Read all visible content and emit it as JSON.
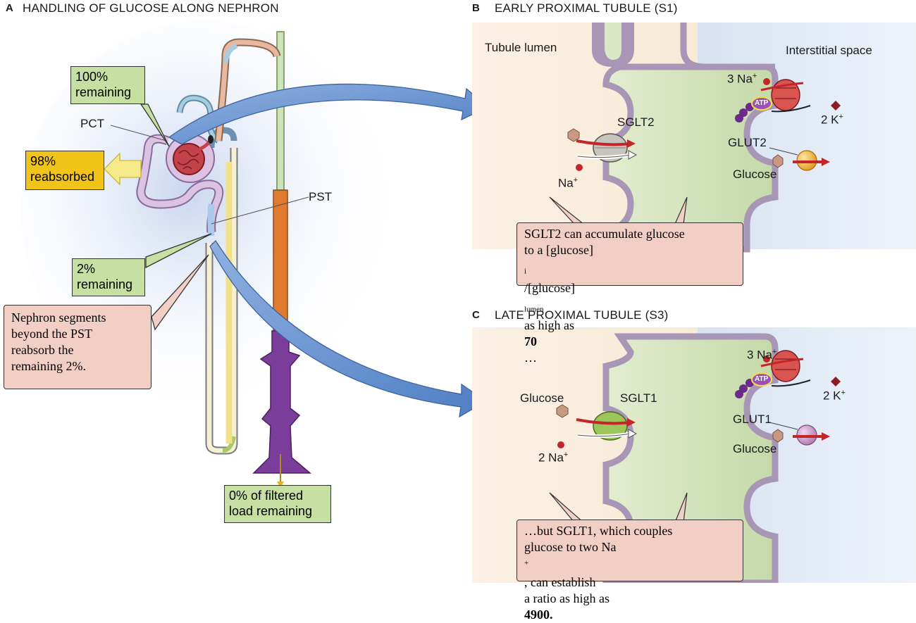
{
  "panel_a": {
    "letter": "A",
    "title": "HANDLING OF GLUCOSE ALONG NEPHRON",
    "box_100": [
      "100%",
      "remaining"
    ],
    "box_98": [
      "98%",
      "reabsorbed"
    ],
    "box_2": [
      "2%",
      "remaining"
    ],
    "box_0": [
      "0% of filtered",
      "load remaining"
    ],
    "label_pct": "PCT",
    "label_pst": "PST",
    "note": [
      "Nephron segments",
      "beyond the PST",
      "reabsorb the",
      "remaining 2%."
    ]
  },
  "panel_b": {
    "letter": "B",
    "title": "EARLY PROXIMAL TUBULE (S1)",
    "lumen_label": "Tubule lumen",
    "interstitial_label": "Interstitial space",
    "na_label": "3 Na",
    "na_plus": "+",
    "k_label": "2 K",
    "k_plus": "+",
    "atp": "ATP",
    "transporter": "SGLT2",
    "cotransport_ion": "Na",
    "cotransport_plus": "+",
    "glut": "GLUT2",
    "glucose": "Glucose",
    "note_line1": "SGLT2 can accumulate glucose",
    "note_line2_a": "to a [glucose]",
    "note_line2_sub1": "i",
    "note_line2_b": "/[glucose]",
    "note_line2_sub2": "lumen",
    "note_line3_a": "as high as ",
    "note_line3_bold": "70",
    "note_line3_b": "…"
  },
  "panel_c": {
    "letter": "C",
    "title": "LATE PROXIMAL TUBULE (S3)",
    "na_label": "3 Na",
    "na_plus": "+",
    "k_label": "2 K",
    "k_plus": "+",
    "atp": "ATP",
    "glucose_lumen": "Glucose",
    "transporter": "SGLT1",
    "cotransport_ion": "2 Na",
    "cotransport_plus": "+",
    "glut": "GLUT1",
    "glucose": "Glucose",
    "note_line1": "…but SGLT1, which couples",
    "note_line2_a": "glucose to two Na",
    "note_line2_sup": "+",
    "note_line2_b": ", can establish",
    "note_line3_a": "a ratio as high as ",
    "note_line3_bold": "4900."
  }
}
